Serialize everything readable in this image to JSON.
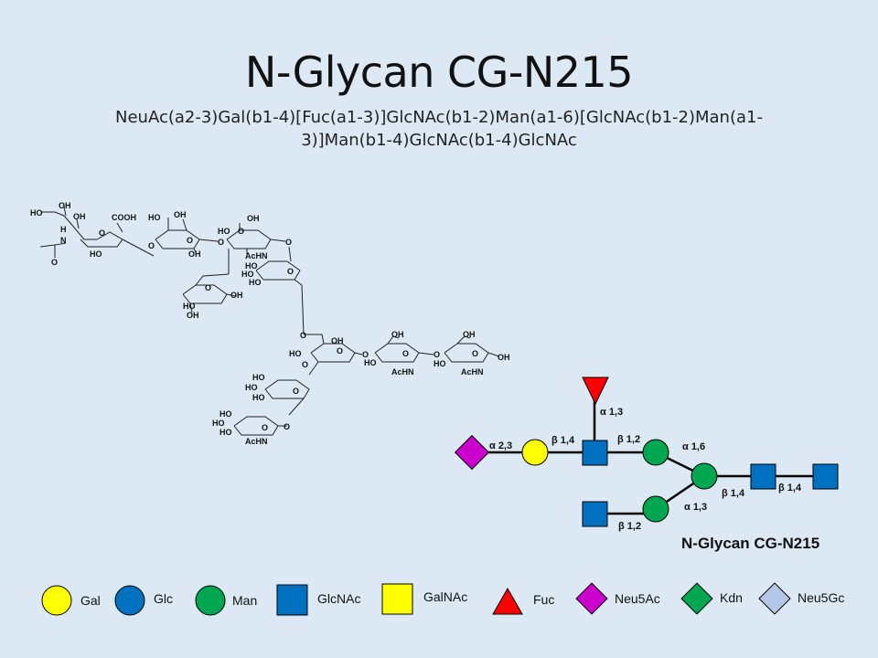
{
  "title": "N-Glycan CG-N215",
  "formula_line1": "NeuAc(a2-3)Gal(b1-4)[Fuc(a1-3)]GlcNAc(b1-2)Man(a1-6)[GlcNAc(b1-2)Man(a1-",
  "formula_line2": "3)]Man(b1-4)GlcNAc(b1-4)GlcNAc",
  "colors": {
    "gal": "#ffff00",
    "glc": "#0070c0",
    "man": "#00a650",
    "glcnac": "#0070c0",
    "galnac": "#ffff00",
    "fuc": "#ff0000",
    "neu5ac": "#cc00cc",
    "kdn": "#00a650",
    "neu5gc": "#b4c7e7"
  },
  "cartoon": {
    "name": "N-Glycan CG-N215",
    "links": {
      "fuc_glcnac": "α 1,3",
      "neuac_gal": "α 2,3",
      "gal_glcnac": "β 1,4",
      "glcnac_man6": "β 1,2",
      "man6_core": "α 1,6",
      "man3_core": "α 1,3",
      "glcnac_man3": "β 1,2",
      "core_glcnac": "β 1,4",
      "glcnac_glcnac": "β 1,4"
    }
  },
  "structure": {
    "atoms": {
      "ho": "HO",
      "oh": "OH",
      "o": "O",
      "cooh": "COOH",
      "achn": "AcHN",
      "h": "H",
      "n": "N"
    }
  },
  "legend": [
    {
      "label": "Gal",
      "shape": "circle",
      "color": "#ffff00",
      "icon": "gal-circle-icon"
    },
    {
      "label": "Glc",
      "shape": "circle",
      "color": "#0070c0",
      "icon": "glc-circle-icon"
    },
    {
      "label": "Man",
      "shape": "circle",
      "color": "#00a650",
      "icon": "man-circle-icon"
    },
    {
      "label": "GlcNAc",
      "shape": "square",
      "color": "#0070c0",
      "icon": "glcnac-square-icon"
    },
    {
      "label": "GalNAc",
      "shape": "square",
      "color": "#ffff00",
      "icon": "galnac-square-icon"
    },
    {
      "label": "Fuc",
      "shape": "triangle",
      "color": "#ff0000",
      "icon": "fuc-triangle-icon"
    },
    {
      "label": "Neu5Ac",
      "shape": "diamond",
      "color": "#cc00cc",
      "icon": "neu5ac-diamond-icon"
    },
    {
      "label": "Kdn",
      "shape": "diamond",
      "color": "#00a650",
      "icon": "kdn-diamond-icon"
    },
    {
      "label": "Neu5Gc",
      "shape": "diamond",
      "color": "#b4c7e7",
      "icon": "neu5gc-diamond-icon"
    }
  ]
}
